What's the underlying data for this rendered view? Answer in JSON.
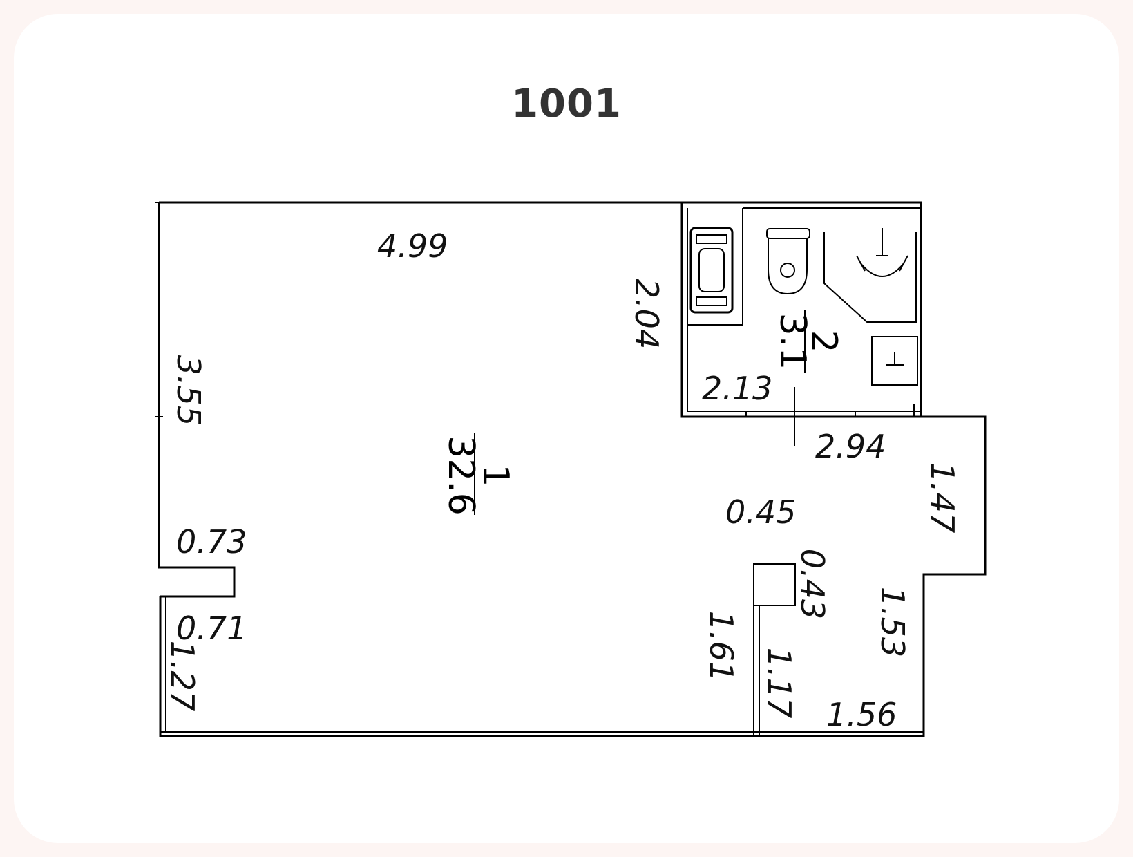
{
  "title": "1001",
  "rooms": [
    {
      "number": "1",
      "area": "32.6"
    },
    {
      "number": "2",
      "area": "3.1"
    }
  ],
  "dimensions": {
    "top_width": "4.99",
    "left_upper": "3.55",
    "left_mid": "0.73",
    "left_lower_a": "0.71",
    "left_lower_b": "1.27",
    "bath_height": "2.04",
    "bath_width": "2.13",
    "corridor_width": "2.94",
    "right_upper": "1.47",
    "inner_step": "0.45",
    "column": "0.43",
    "right_lower": "1.53",
    "partition_left": "1.61",
    "partition_right": "1.17",
    "bottom_right": "1.56"
  },
  "icons": [
    "bathtub-icon",
    "toilet-icon",
    "sink-icon",
    "washer-icon",
    "column-icon"
  ]
}
